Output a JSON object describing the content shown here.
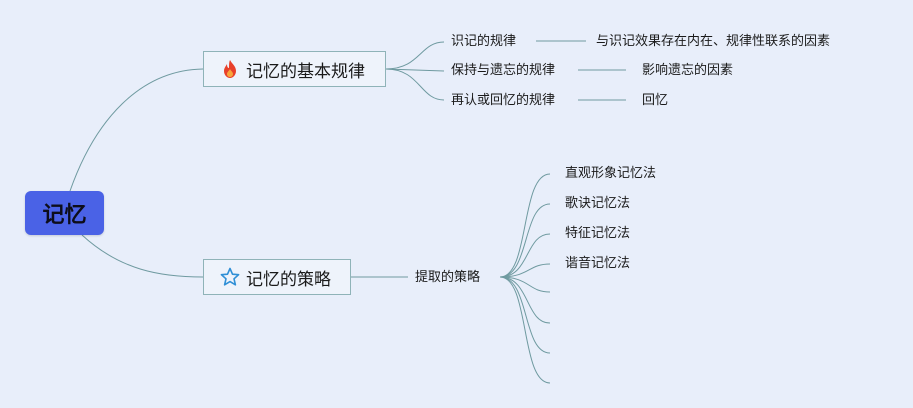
{
  "root": {
    "label": "记忆"
  },
  "branches": [
    {
      "label": "记忆的基本规律",
      "icon": "fire-icon",
      "items": [
        {
          "label": "识记的规律",
          "detail": "与识记效果存在内在、规律性联系的因素"
        },
        {
          "label": "保持与遗忘的规律",
          "detail": "影响遗忘的因素"
        },
        {
          "label": "再认或回忆的规律",
          "detail": "回忆"
        }
      ]
    },
    {
      "label": "记忆的策略",
      "icon": "star-icon",
      "sub": {
        "label": "提取的策略",
        "items": [
          "直观形象记忆法",
          "歌诀记忆法",
          "特征记忆法",
          "谐音记忆法",
          "",
          "",
          "",
          ""
        ]
      }
    }
  ],
  "colors": {
    "background": "#e8eefa",
    "root_fill": "#4a62e6",
    "branch_border": "#8fb3b8",
    "line": "#6f9aa0",
    "fire": "#e8402a",
    "star": "#2f8fd6"
  }
}
